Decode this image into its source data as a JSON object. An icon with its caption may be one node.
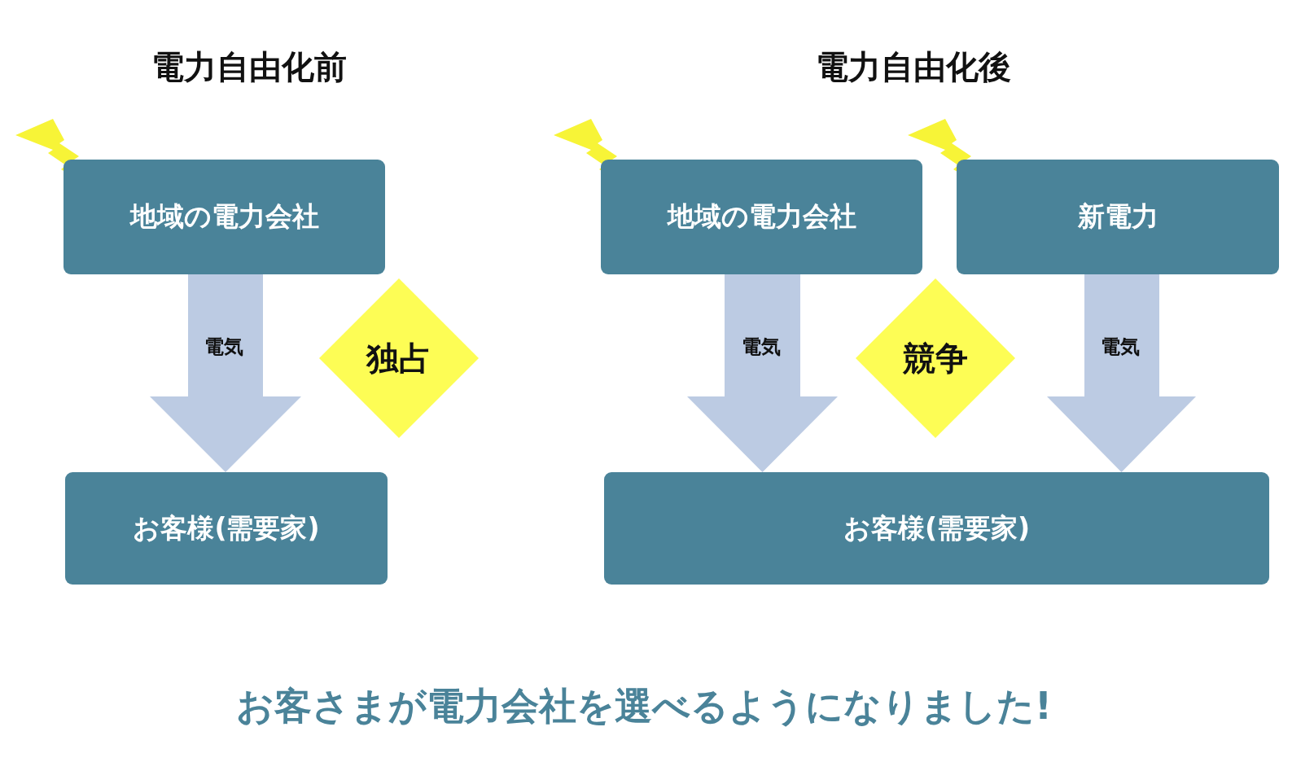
{
  "diagram": {
    "caption": "お客さまが電力会社を選べるようになりました!",
    "nodes": [
      {
        "text": [
          "地域の電力会社"
        ]
      },
      {
        "text": [
          "独占"
        ]
      },
      {
        "text": [
          "お客様(需要家)"
        ]
      },
      {
        "text": [
          "地域の電力会社"
        ]
      },
      {
        "text": [
          "競争"
        ]
      },
      {
        "text": [
          "新電力"
        ]
      },
      {
        "text": [
          "お客様(需要家)"
        ]
      }
    ],
    "edges": [
      {
        "from": 0,
        "to": 2,
        "arrow": "to",
        "label": "電気"
      },
      {
        "from": 3,
        "to": 6,
        "arrow": "to",
        "label": "電気"
      },
      {
        "from": 5,
        "to": 6,
        "arrow": "to",
        "label": "電気"
      }
    ],
    "labels": [
      "電力自由化前",
      "電力自由化後"
    ]
  }
}
